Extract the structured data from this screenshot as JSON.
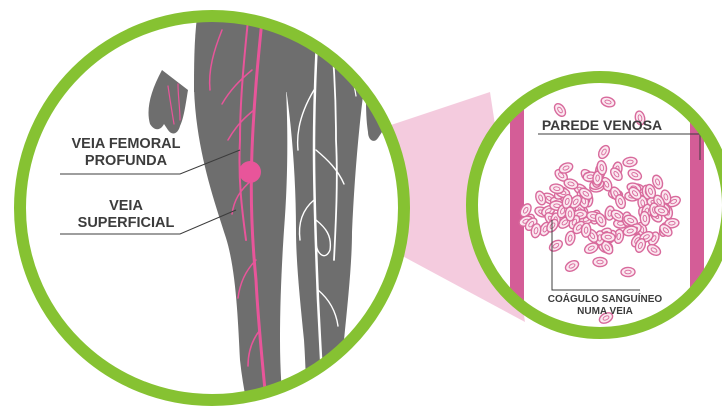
{
  "labels": {
    "deep_vein_line1": "VEIA FEMORAL",
    "deep_vein_line2": "PROFUNDA",
    "superficial_vein_line1": "VEIA",
    "superficial_vein_line2": "SUPERFICIAL",
    "vein_wall": "PAREDE VENOSA",
    "clot_line1": "COÁGULO SANGUÍNEO",
    "clot_line2": "NUMA VEIA"
  },
  "colors": {
    "ring_green": "#86c232",
    "leg_gray": "#6e6e6e",
    "vein_pink": "#e8559a",
    "wall_magenta": "#d45d97",
    "cell_fill": "#fbe8f0",
    "cell_stroke": "#d86a9c",
    "beam_pink": "#f2c2d8",
    "text": "#3c3c3c"
  },
  "icons": [
    "human-legs-illustration",
    "blood-cell-icon",
    "blood-clot-icon"
  ]
}
